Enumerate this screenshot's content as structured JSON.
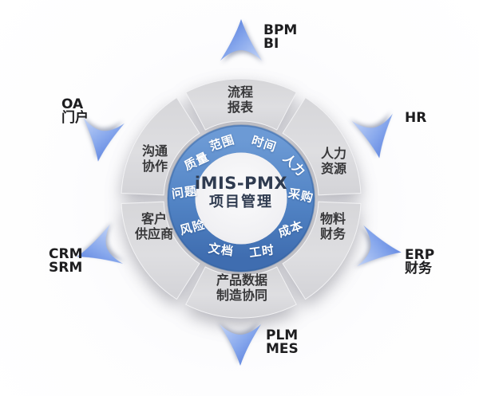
{
  "diagram": {
    "center": {
      "title": "iMIS-PMX",
      "subtitle": "项目管理"
    },
    "inner_ring": [
      {
        "label": "范围"
      },
      {
        "label": "时间"
      },
      {
        "label": "人力"
      },
      {
        "label": "采购"
      },
      {
        "label": "成本"
      },
      {
        "label": "工时"
      },
      {
        "label": "文档"
      },
      {
        "label": "风险"
      },
      {
        "label": "问题"
      },
      {
        "label": "质量"
      }
    ],
    "outer_ring": [
      {
        "line1": "流程",
        "line2": "报表"
      },
      {
        "line1": "人力",
        "line2": "资源"
      },
      {
        "line1": "物料",
        "line2": "财务"
      },
      {
        "line1": "产品数据",
        "line2": "制造协同"
      },
      {
        "line1": "客户",
        "line2": "供应商"
      },
      {
        "line1": "沟通",
        "line2": "协作"
      }
    ],
    "external_systems": [
      {
        "position": "top",
        "line1": "BPM",
        "line2": "BI"
      },
      {
        "position": "top-right",
        "line1": "HR",
        "line2": ""
      },
      {
        "position": "bottom-right",
        "line1": "ERP",
        "line2": "财务"
      },
      {
        "position": "bottom",
        "line1": "PLM",
        "line2": "MES"
      },
      {
        "position": "bottom-left",
        "line1": "CRM",
        "line2": "SRM"
      },
      {
        "position": "top-left",
        "line1": "OA",
        "line2": "门户"
      }
    ],
    "colors": {
      "arrow_blue_dark": "#4a72d8",
      "arrow_blue_light": "#c3d4f7",
      "ring_blue": "#4f80c2",
      "ring_gray": "#dbdbde",
      "outer_label_text": "#38383a",
      "center_text": "#2f3b50",
      "external_label_text": "#1d1d1f"
    }
  }
}
